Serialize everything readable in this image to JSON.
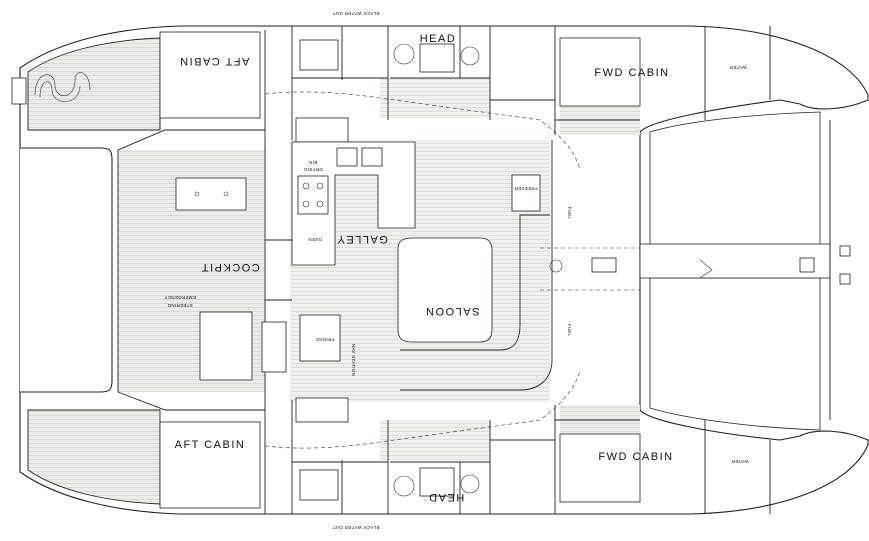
{
  "labels": {
    "aft_cabin_top": "AFT CABIN",
    "aft_cabin_bottom": "AFT CABIN",
    "fwd_cabin_top": "FWD CABIN",
    "fwd_cabin_bottom": "FWD CABIN",
    "head_top": "HEAD",
    "head_bottom": "HEAD",
    "cockpit": "COCKPIT",
    "galley": "GALLEY",
    "saloon": "SALOON",
    "emergency_1": "EMERGENCY",
    "emergency_2": "STEERING",
    "drying_1": "DRYING",
    "drying_2": "BIN",
    "oven": "OVEN",
    "fridge": "FRIDGE",
    "freezer": "FREEZER",
    "nav_station": "NAV STATION",
    "fuel_top": "FUEL",
    "fuel_bottom": "FUEL",
    "water_top": "WATER",
    "water_bottom": "WATER",
    "black_water_top": "BLACK WATER OUT",
    "black_water_bottom": "BLACK WATER OUT"
  }
}
